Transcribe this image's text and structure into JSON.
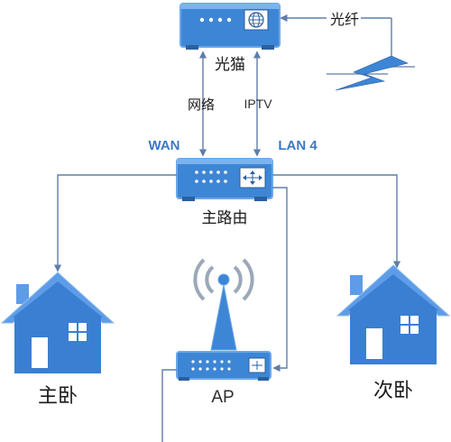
{
  "devices": {
    "modem": {
      "label": "光猫"
    },
    "router": {
      "label": "主路由"
    },
    "ap": {
      "label": "AP"
    }
  },
  "rooms": {
    "master_bedroom": {
      "label": "主卧"
    },
    "second_bedroom": {
      "label": "次卧"
    }
  },
  "links": {
    "fiber": "光纤",
    "network": "网络",
    "iptv": "IPTV",
    "wan": "WAN",
    "lan4": "LAN 4"
  },
  "colors": {
    "device_fill": "#3d86d6",
    "device_light": "#6aa7ea",
    "house_fill": "#3a7fd2",
    "house_roof": "#5e9ce8",
    "line": "#5f7ea8",
    "text_blue": "#3a78c8"
  }
}
